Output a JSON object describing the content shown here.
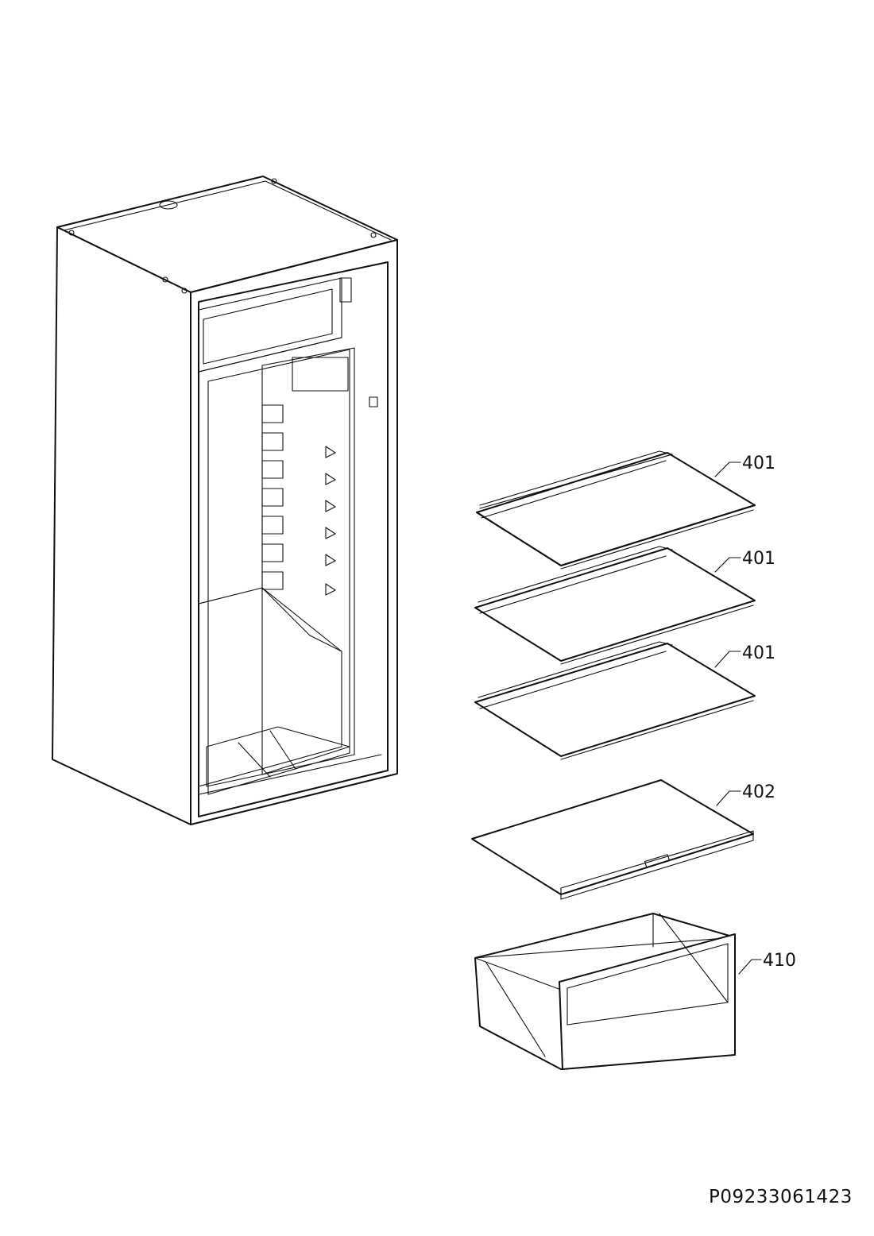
{
  "parts": [
    {
      "id": "shelf-1",
      "callout": "401"
    },
    {
      "id": "shelf-2",
      "callout": "401"
    },
    {
      "id": "shelf-3",
      "callout": "401"
    },
    {
      "id": "crisper-cover",
      "callout": "402"
    },
    {
      "id": "crisper-drawer",
      "callout": "410"
    }
  ],
  "document_number": "P09233061423"
}
